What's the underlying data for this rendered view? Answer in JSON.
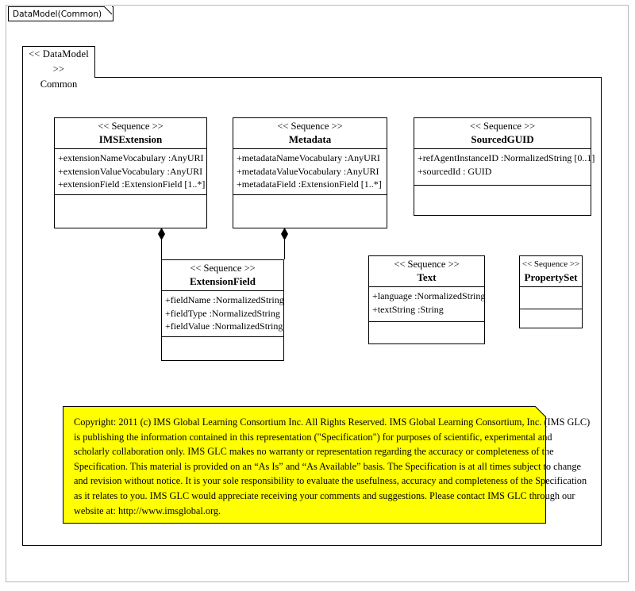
{
  "diagram": {
    "tab_label": "DataModel(Common)",
    "package": {
      "stereotype": "<< DataModel >>",
      "name": "Common"
    },
    "note_border_color": "#000000",
    "note_fill_color": "#ffff00"
  },
  "classes": [
    {
      "id": "imsextension",
      "stereotype": "<< Sequence >>",
      "name": "IMSExtension",
      "attributes": [
        "+extensionNameVocabulary  :AnyURI",
        "+extensionValueVocabulary  :AnyURI",
        "+extensionField  :ExtensionField  [1..*]"
      ],
      "operations": []
    },
    {
      "id": "metadata",
      "stereotype": "<< Sequence >>",
      "name": "Metadata",
      "attributes": [
        "+metadataNameVocabulary  :AnyURI",
        "+metadataValueVocabulary  :AnyURI",
        "+metadataField :ExtensionField  [1..*]"
      ],
      "operations": []
    },
    {
      "id": "sourcedguid",
      "stereotype": "<< Sequence >>",
      "name": "SourcedGUID",
      "attributes": [
        "+refAgentInstanceID  :NormalizedString  [0..1]",
        "+sourcedId : GUID"
      ],
      "operations": []
    },
    {
      "id": "extensionfield",
      "stereotype": "<< Sequence >>",
      "name": "ExtensionField",
      "attributes": [
        "+fieldName  :NormalizedString",
        "+fieldType  :NormalizedString",
        "+fieldValue  :NormalizedString"
      ],
      "operations": []
    },
    {
      "id": "text",
      "stereotype": "<< Sequence >>",
      "name": "Text",
      "attributes": [
        "+language  :NormalizedString",
        "+textString  :String"
      ],
      "operations": []
    },
    {
      "id": "propertyset",
      "stereotype": "<< Sequence >>",
      "name": "PropertySet",
      "attributes": [],
      "operations": []
    }
  ],
  "relationships": [
    {
      "from": "IMSExtension",
      "to": "ExtensionField",
      "type": "composition"
    },
    {
      "from": "Metadata",
      "to": "ExtensionField",
      "type": "composition"
    }
  ],
  "note": {
    "lines": [
      "Copyright: 2011 (c) IMS Global Learning Consortium Inc.  All Rights Reserved.  IMS Global Learning Consortium, Inc. (IMS GLC)",
      "is publishing the information contained in this representation (\"Specification\") for purposes of scientific, experimental and",
      "scholarly collaboration only.  IMS GLC makes no warranty or representation regarding  the accuracy or completeness of the",
      "Specification.  This material is provided on an “As Is” and “As Available” basis.  The Specification is at all times subject to change",
      "and revision without notice.  It is your sole responsibility to evaluate the usefulness, accuracy and completeness of the Specification",
      "as it relates to you.  IMS GLC would appreciate receiving your comments and suggestions.  Please contact IMS GLC through our",
      "website at: http://www.imsglobal.org."
    ]
  }
}
